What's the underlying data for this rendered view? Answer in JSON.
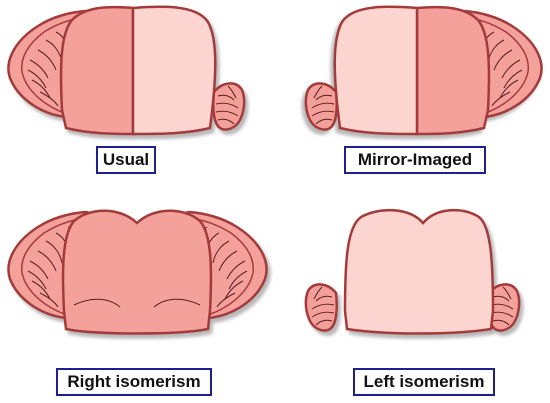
{
  "labels": {
    "usual": "Usual",
    "mirror": "Mirror-Imaged",
    "right": "Right isomerism",
    "left": "Left isomerism"
  },
  "colors": {
    "outline": "#a33b3b",
    "dark_lobe": "#f4a19c",
    "light_lobe": "#fcd4d0",
    "appendage": "#f3a09a",
    "shadow": "#bdbdbd",
    "label_border": "#1f1f8f"
  }
}
